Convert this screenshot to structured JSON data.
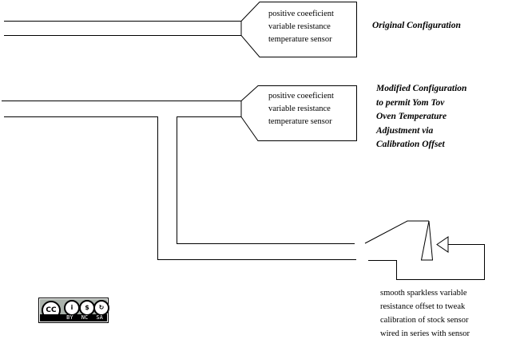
{
  "sensor_label": [
    "positive coeeficient",
    "variable resistance",
    "temperature sensor"
  ],
  "original_title": "Original Configuration",
  "modified_title": [
    "Modified Configuration",
    "to permit Yom Tov",
    "Oven Temperature",
    "Adjustment via",
    "Calibration Offset"
  ],
  "offset_note": [
    "smooth sparkless variable",
    "resistance offset to tweak",
    "calibration of stock sensor",
    "wired in series with sensor"
  ],
  "license": {
    "badge": "CC",
    "terms": [
      "BY",
      "NC",
      "SA"
    ]
  }
}
